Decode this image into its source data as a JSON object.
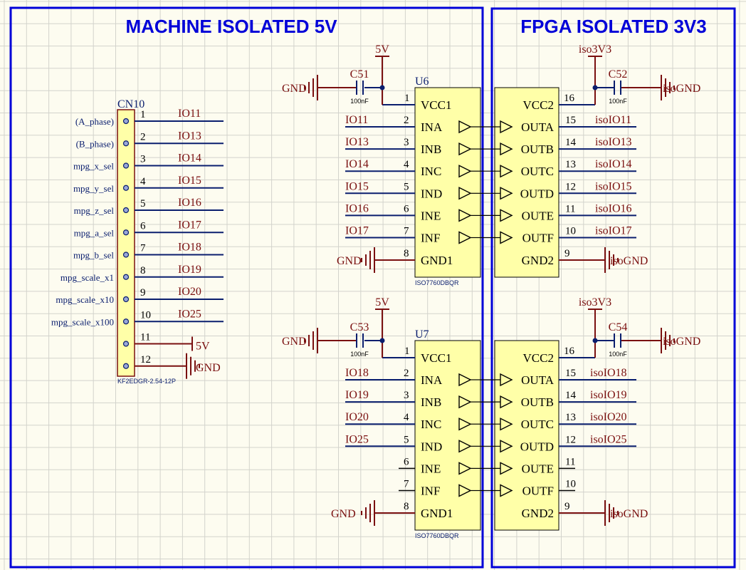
{
  "titles": {
    "left": "MACHINE ISOLATED 5V",
    "right": "FPGA ISOLATED 3V3"
  },
  "connector": {
    "designator": "CN10",
    "part": "KF2EDGR-2.54-12P",
    "pins": [
      {
        "num": "1",
        "desc": "(A_phase)",
        "net": "IO11"
      },
      {
        "num": "2",
        "desc": "(B_phase)",
        "net": "IO13"
      },
      {
        "num": "3",
        "desc": "mpg_x_sel",
        "net": "IO14"
      },
      {
        "num": "4",
        "desc": "mpg_y_sel",
        "net": "IO15"
      },
      {
        "num": "5",
        "desc": "mpg_z_sel",
        "net": "IO16"
      },
      {
        "num": "6",
        "desc": "mpg_a_sel",
        "net": "IO17"
      },
      {
        "num": "7",
        "desc": "mpg_b_sel",
        "net": "IO18"
      },
      {
        "num": "8",
        "desc": "mpg_scale_x1",
        "net": "IO19"
      },
      {
        "num": "9",
        "desc": "mpg_scale_x10",
        "net": "IO20"
      },
      {
        "num": "10",
        "desc": "mpg_scale_x100",
        "net": "IO25"
      },
      {
        "num": "11",
        "desc": "",
        "net": "5V"
      },
      {
        "num": "12",
        "desc": "",
        "net": "GND"
      }
    ]
  },
  "isolators": [
    {
      "designator": "U6",
      "part": "ISO7760DBQR",
      "left_power": "5V",
      "right_power": "iso3V3",
      "left_cap": {
        "name": "C51",
        "value": "100nF",
        "gnd": "GND"
      },
      "right_cap": {
        "name": "C52",
        "value": "100nF",
        "gnd": "isoGND"
      },
      "vcc1": {
        "num": "1",
        "name": "VCC1"
      },
      "vcc2": {
        "num": "16",
        "name": "VCC2"
      },
      "gnd1": {
        "num": "8",
        "name": "GND1",
        "net": "GND"
      },
      "gnd2": {
        "num": "9",
        "name": "GND2",
        "net": "isoGND"
      },
      "channels": [
        {
          "in_num": "2",
          "in_name": "INA",
          "in_net": "IO11",
          "out_num": "15",
          "out_name": "OUTA",
          "out_net": "isoIO11"
        },
        {
          "in_num": "3",
          "in_name": "INB",
          "in_net": "IO13",
          "out_num": "14",
          "out_name": "OUTB",
          "out_net": "isoIO13"
        },
        {
          "in_num": "4",
          "in_name": "INC",
          "in_net": "IO14",
          "out_num": "13",
          "out_name": "OUTC",
          "out_net": "isoIO14"
        },
        {
          "in_num": "5",
          "in_name": "IND",
          "in_net": "IO15",
          "out_num": "12",
          "out_name": "OUTD",
          "out_net": "isoIO15"
        },
        {
          "in_num": "6",
          "in_name": "INE",
          "in_net": "IO16",
          "out_num": "11",
          "out_name": "OUTE",
          "out_net": "isoIO16"
        },
        {
          "in_num": "7",
          "in_name": "INF",
          "in_net": "IO17",
          "out_num": "10",
          "out_name": "OUTF",
          "out_net": "isoIO17"
        }
      ]
    },
    {
      "designator": "U7",
      "part": "ISO7760DBQR",
      "left_power": "5V",
      "right_power": "iso3V3",
      "left_cap": {
        "name": "C53",
        "value": "100nF",
        "gnd": "GND"
      },
      "right_cap": {
        "name": "C54",
        "value": "100nF",
        "gnd": "isoGND"
      },
      "vcc1": {
        "num": "1",
        "name": "VCC1"
      },
      "vcc2": {
        "num": "16",
        "name": "VCC2"
      },
      "gnd1": {
        "num": "8",
        "name": "GND1",
        "net": "GND"
      },
      "gnd2": {
        "num": "9",
        "name": "GND2",
        "net": "isoGND"
      },
      "channels": [
        {
          "in_num": "2",
          "in_name": "INA",
          "in_net": "IO18",
          "out_num": "15",
          "out_name": "OUTA",
          "out_net": "isoIO18"
        },
        {
          "in_num": "3",
          "in_name": "INB",
          "in_net": "IO19",
          "out_num": "14",
          "out_name": "OUTB",
          "out_net": "isoIO19"
        },
        {
          "in_num": "4",
          "in_name": "INC",
          "in_net": "IO20",
          "out_num": "13",
          "out_name": "OUTC",
          "out_net": "isoIO20"
        },
        {
          "in_num": "5",
          "in_name": "IND",
          "in_net": "IO25",
          "out_num": "12",
          "out_name": "OUTD",
          "out_net": "isoIO25"
        },
        {
          "in_num": "6",
          "in_name": "INE",
          "in_net": "",
          "out_num": "11",
          "out_name": "OUTE",
          "out_net": ""
        },
        {
          "in_num": "7",
          "in_name": "INF",
          "in_net": "",
          "out_num": "10",
          "out_name": "OUTF",
          "out_net": ""
        }
      ]
    }
  ],
  "colors": {
    "wire": "#0a1e6e",
    "net": "#7a1010",
    "chip": "#ffffa8",
    "frame": "#0000d8",
    "grid": "#d3d3cc"
  }
}
